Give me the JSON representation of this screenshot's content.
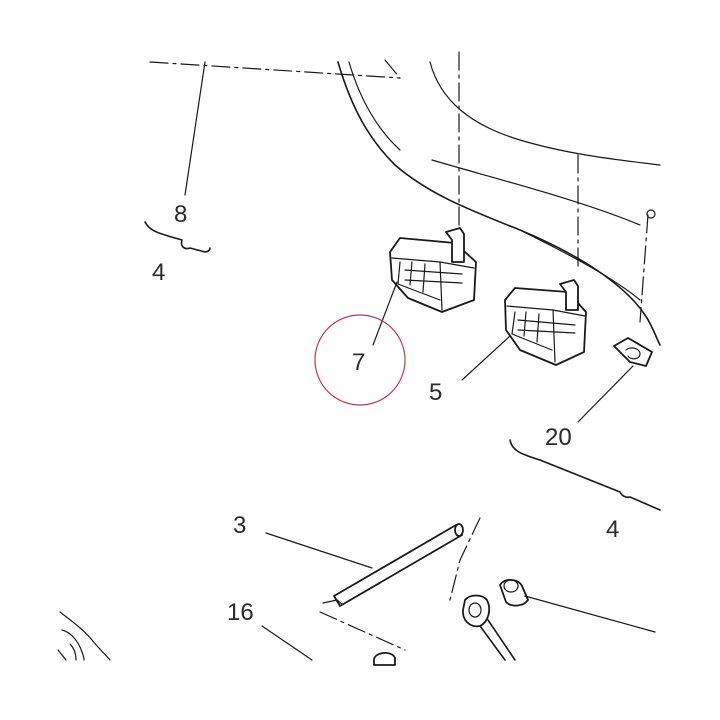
{
  "labels": {
    "l8": "8",
    "l4_top": "4",
    "l7": "7",
    "l5": "5",
    "l20": "20",
    "l4_right": "4",
    "l3": "3",
    "l16": "16"
  },
  "highlight": {
    "target": "7",
    "color": "#c0394b"
  },
  "colors": {
    "line": "#1a1a1a",
    "background": "#ffffff"
  }
}
